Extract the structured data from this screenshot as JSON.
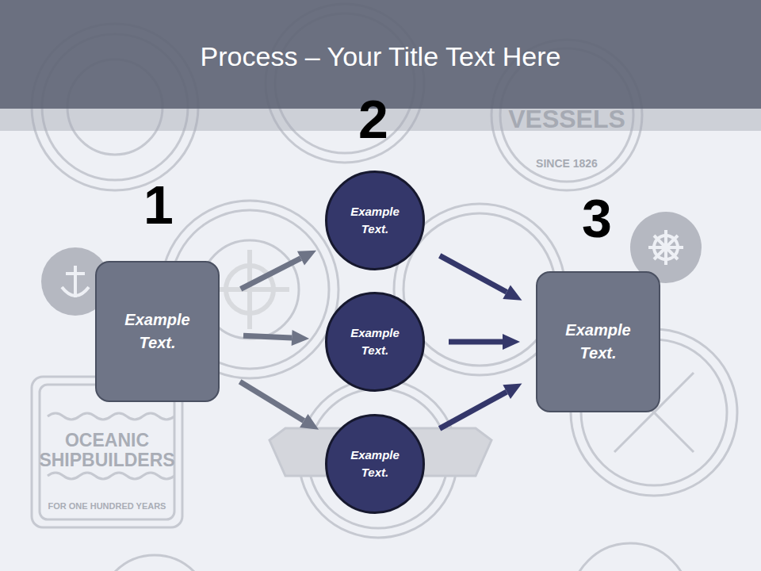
{
  "diagram": {
    "title": "Process – Your Title Text Here",
    "nodes": [
      {
        "text": [
          "Example Text."
        ]
      },
      {
        "text": [
          "Example Text."
        ]
      },
      {
        "text": [
          "Example Text."
        ]
      },
      {
        "text": [
          "Example Text."
        ]
      },
      {
        "text": [
          "Example Text."
        ]
      }
    ],
    "edges": [
      {
        "from": 0,
        "to": 1,
        "arrow": "to"
      },
      {
        "from": 0,
        "to": 2,
        "arrow": "to"
      },
      {
        "from": 0,
        "to": 3,
        "arrow": "to"
      },
      {
        "from": 1,
        "to": 4,
        "arrow": "to"
      },
      {
        "from": 2,
        "to": 4,
        "arrow": "to"
      },
      {
        "from": 3,
        "to": 4,
        "arrow": "to"
      }
    ],
    "labels": [
      "1",
      "2",
      "3",
      "VESSELS",
      "SINCE 1826",
      "OCEANIC SHIPBUILDERS",
      "FOR ONE HUNDRED YEARS"
    ]
  }
}
